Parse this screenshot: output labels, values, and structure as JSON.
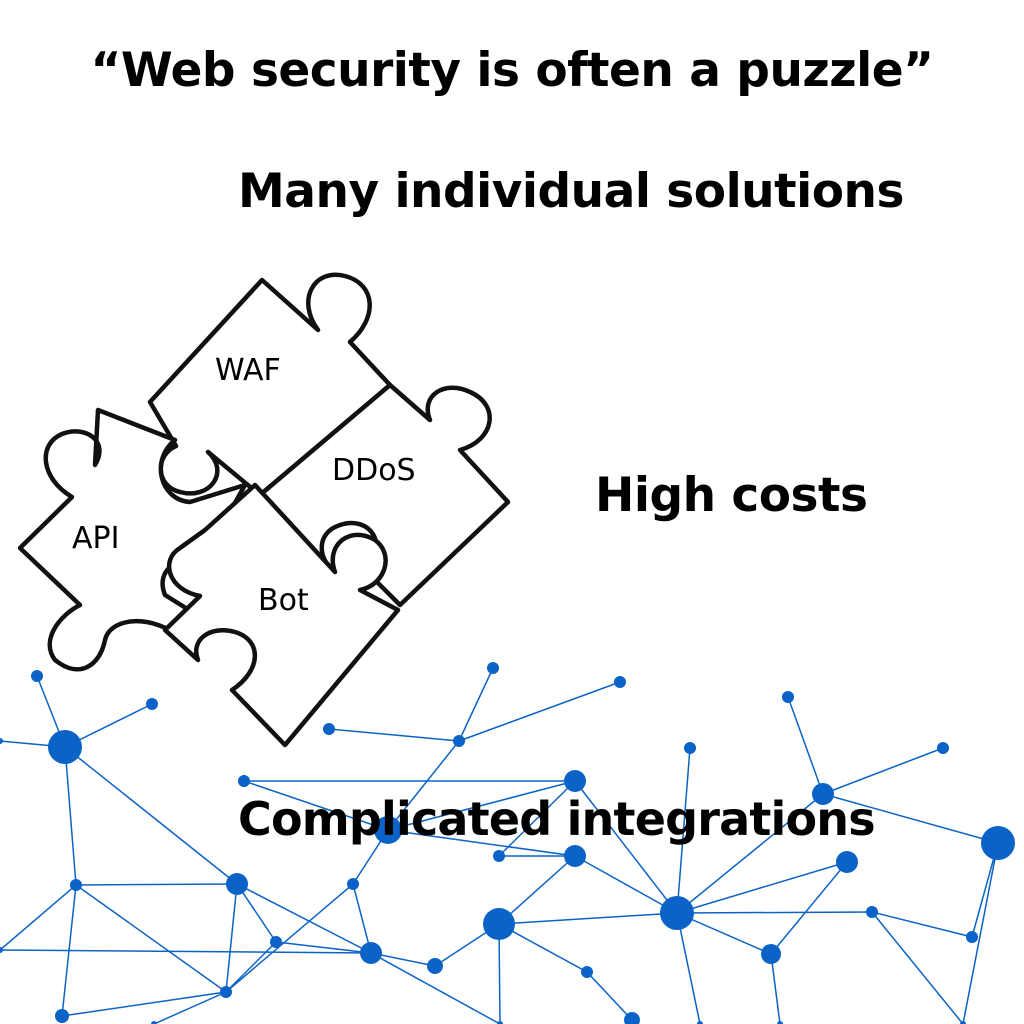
{
  "title": "“Web security is often a puzzle”",
  "headings": {
    "many": "Many individual solutions",
    "costs": "High costs",
    "integrations": "Complicated integrations"
  },
  "puzzle": {
    "pieces": [
      "WAF",
      "DDoS",
      "API",
      "Bot"
    ]
  },
  "colors": {
    "network": "#0b63c7",
    "text": "#000000",
    "background": "#ffffff"
  }
}
